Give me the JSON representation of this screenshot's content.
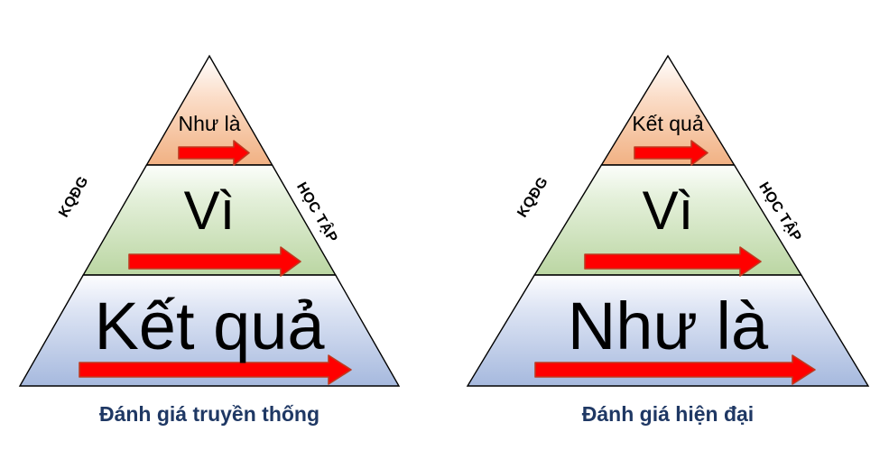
{
  "diagram": {
    "title_hidden": "",
    "background_color": "#FFFFFF",
    "colors": {
      "tier_top_start": "#FFFFFF",
      "tier_top_end": "#F2B183",
      "tier_middle_start": "#FFFFFF",
      "tier_middle_end": "#BDD7A5",
      "tier_base_start": "#FFFFFF",
      "tier_base_end": "#A8BADF",
      "arrow_fill": "#FF0000",
      "arrow_stroke": "#C0392B",
      "outline": "#000000",
      "caption_color": "#1F3864",
      "tier_text_color": "#000000",
      "side_label_color": "#000000"
    }
  },
  "pyramids": [
    {
      "id": "traditional",
      "caption": "Đánh giá truyền thống",
      "side_label_left": "KQĐG",
      "side_label_right": "HỌC TẬP",
      "tiers": [
        {
          "position": "top",
          "label": "Như là",
          "arrow": "right-arrow"
        },
        {
          "position": "middle",
          "label": "Vì",
          "arrow": "right-arrow"
        },
        {
          "position": "base",
          "label": "Kết quả",
          "arrow": "right-arrow"
        }
      ]
    },
    {
      "id": "modern",
      "caption": "Đánh giá hiện đại",
      "side_label_left": "KQĐG",
      "side_label_right": "HỌC TẬP",
      "tiers": [
        {
          "position": "top",
          "label": "Kết quả",
          "arrow": "right-arrow"
        },
        {
          "position": "middle",
          "label": "Vì",
          "arrow": "right-arrow"
        },
        {
          "position": "base",
          "label": "Như là",
          "arrow": "right-arrow"
        }
      ]
    }
  ]
}
